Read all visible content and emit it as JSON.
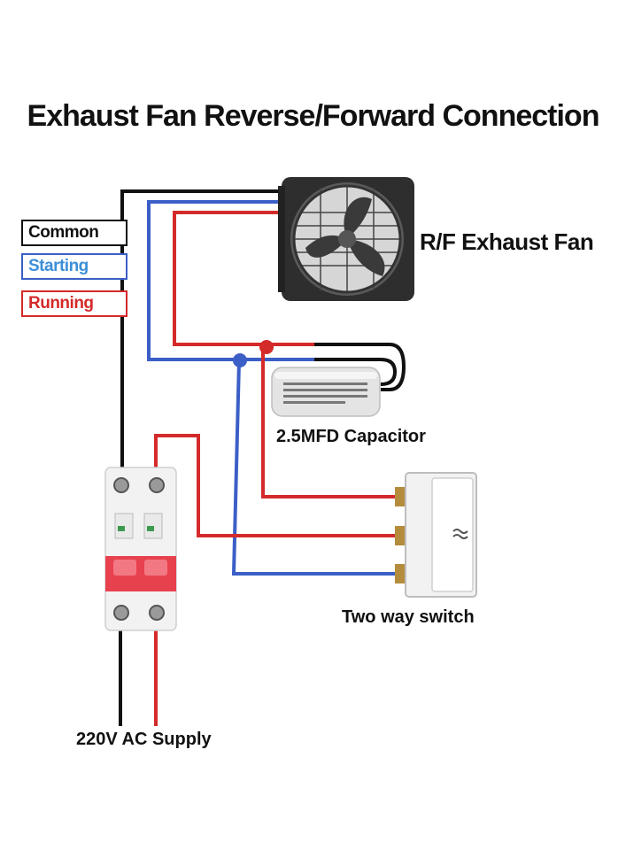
{
  "title": "Exhaust Fan Reverse/Forward Connection",
  "legend": {
    "common": "Common",
    "starting": "Starting",
    "running": "Running"
  },
  "labels": {
    "fan": "R/F Exhaust Fan",
    "capacitor": "2.5MFD Capacitor",
    "switch": "Two way switch",
    "supply": "220V AC Supply"
  },
  "colors": {
    "common": "#111111",
    "starting": "#3b5fc6",
    "running": "#d42a2a",
    "mcb_red": "#e8414e"
  }
}
